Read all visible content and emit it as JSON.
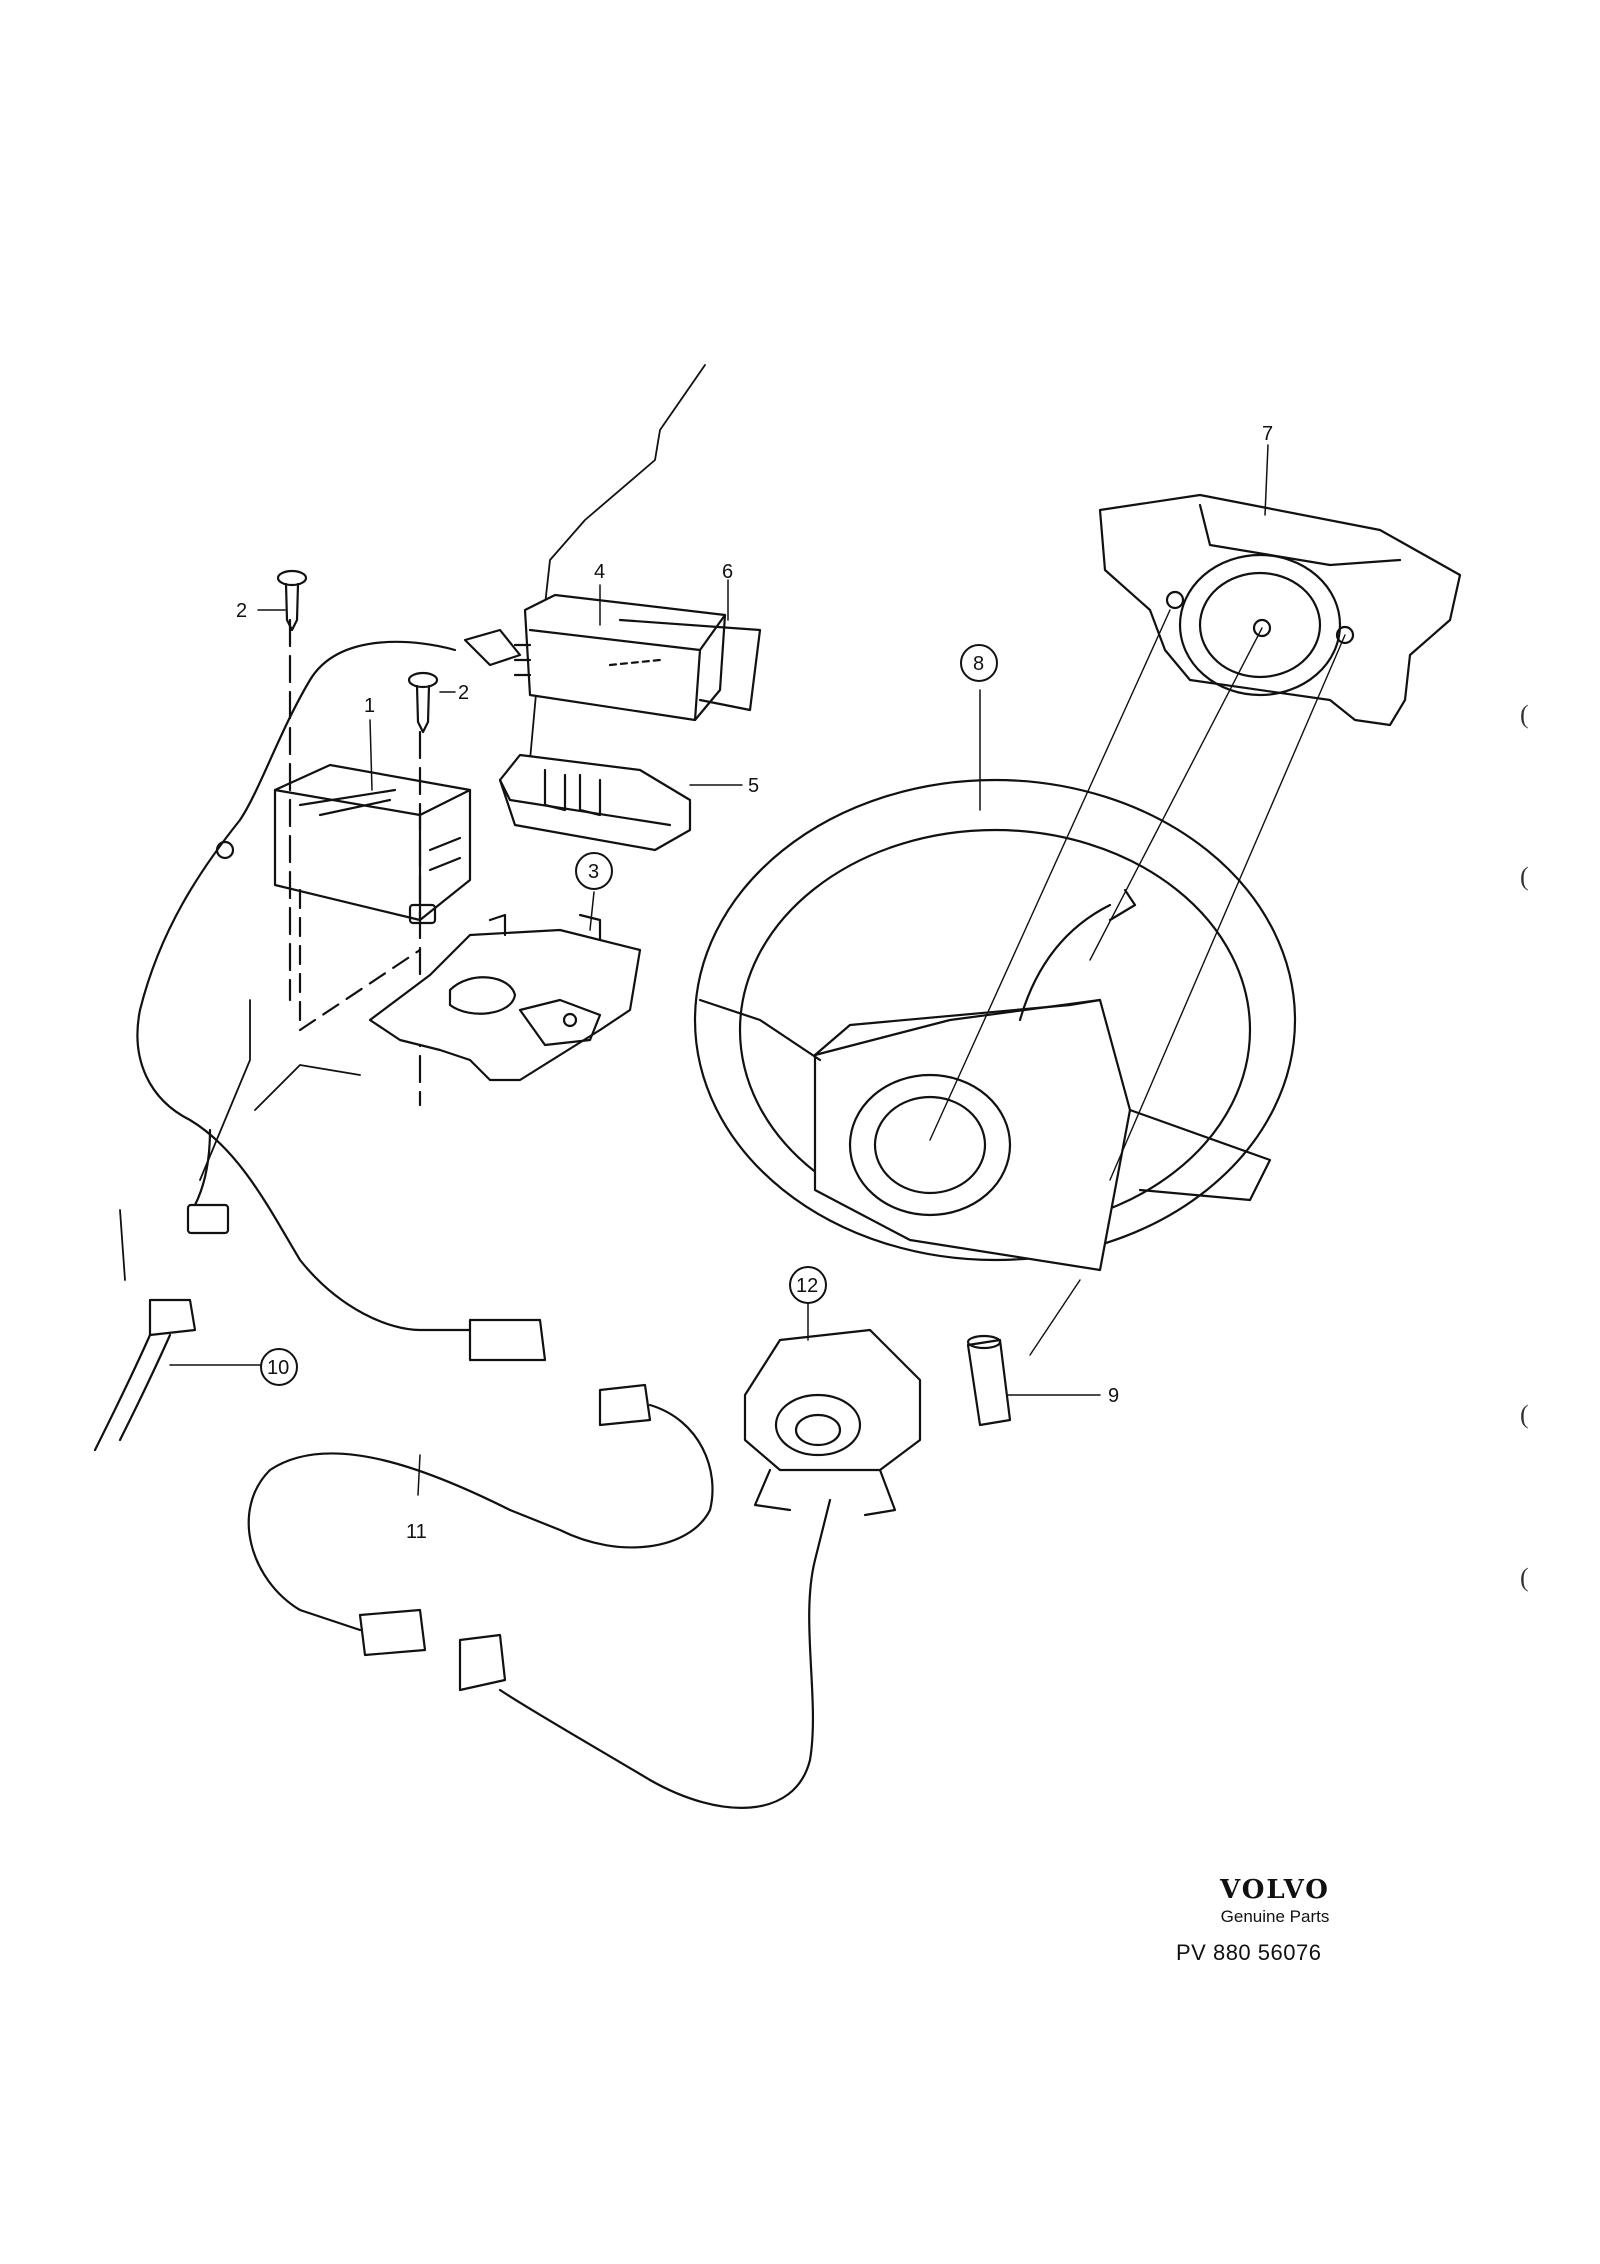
{
  "callouts": [
    {
      "id": "1",
      "circled": false
    },
    {
      "id": "2",
      "circled": false
    },
    {
      "id": "2",
      "circled": false
    },
    {
      "id": "3",
      "circled": true
    },
    {
      "id": "4",
      "circled": false
    },
    {
      "id": "5",
      "circled": false
    },
    {
      "id": "6",
      "circled": false
    },
    {
      "id": "7",
      "circled": false
    },
    {
      "id": "8",
      "circled": true
    },
    {
      "id": "9",
      "circled": false
    },
    {
      "id": "10",
      "circled": true
    },
    {
      "id": "11",
      "circled": false
    },
    {
      "id": "12",
      "circled": true
    }
  ],
  "brand": {
    "logo": "VOLVO",
    "subtitle": "Genuine Parts"
  },
  "doc_ref": "PV 880  56076",
  "margin_mark": "("
}
